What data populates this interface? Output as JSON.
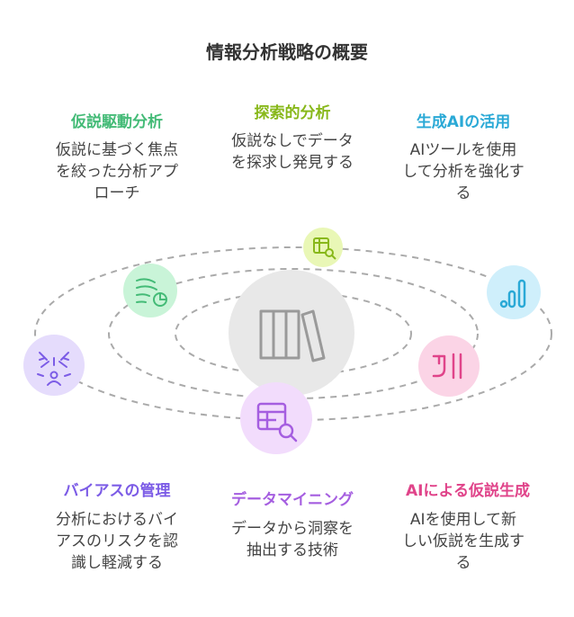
{
  "title": "情報分析戦略の概要",
  "colors": {
    "hypothesis_driven": "#44bb77",
    "exploratory": "#88b81a",
    "genai": "#2aa9d6",
    "bias": "#7c5ce6",
    "mining": "#a55ee0",
    "ai_hypothesis": "#e0448a"
  },
  "items": {
    "hypothesis_driven": {
      "title": "仮説駆動分析",
      "desc_lines": [
        "仮説に基づく焦点",
        "を絞った分析アプ",
        "ローチ"
      ]
    },
    "exploratory": {
      "title": "探索的分析",
      "desc_lines": [
        "仮説なしでデータ",
        "を探求し発見する"
      ]
    },
    "genai": {
      "title": "生成AIの活用",
      "desc_lines": [
        "AIツールを使用",
        "して分析を強化す",
        "る"
      ]
    },
    "bias": {
      "title": "バイアスの管理",
      "desc_lines": [
        "分析におけるバイ",
        "アスのリスクを認",
        "識し軽減する"
      ]
    },
    "mining": {
      "title": "データマイニング",
      "desc_lines": [
        "データから洞察を",
        "抽出する技術"
      ]
    },
    "ai_hypothesis": {
      "title": "AIによる仮説生成",
      "desc_lines": [
        "AIを使用して新",
        "しい仮説を生成す",
        "る"
      ]
    }
  },
  "icons": {
    "center": "book-columns-icon",
    "exploratory": "table-search-icon",
    "hypothesis_driven": "wind-chart-icon",
    "genai": "bar-signal-icon",
    "bias": "user-network-icon",
    "ai_hypothesis": "ai-logo-icon",
    "mining": "table-search-icon"
  }
}
